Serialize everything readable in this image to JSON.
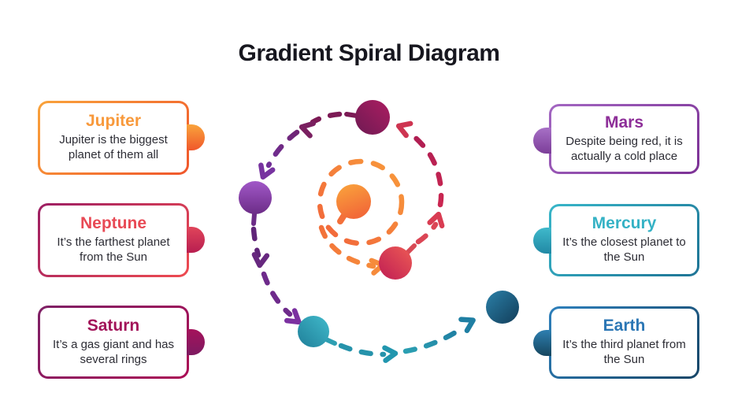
{
  "title": "Gradient Spiral Diagram",
  "cards": [
    {
      "id": "jupiter",
      "title": "Jupiter",
      "body": "Jupiter is the biggest planet of them all",
      "accent": "#F8993B",
      "side": "left"
    },
    {
      "id": "neptune",
      "title": "Neptune",
      "body": "It’s the farthest planet from the Sun",
      "accent": "#E84A55",
      "side": "left"
    },
    {
      "id": "saturn",
      "title": "Saturn",
      "body": "It’s a gas giant and has several rings",
      "accent": "#A21459",
      "side": "left"
    },
    {
      "id": "mars",
      "title": "Mars",
      "body": "Despite being red, it is actually a cold place",
      "accent": "#8D2E98",
      "side": "right"
    },
    {
      "id": "mercury",
      "title": "Mercury",
      "body": "It’s the closest planet to the Sun",
      "accent": "#35B2C5",
      "side": "right"
    },
    {
      "id": "earth",
      "title": "Earth",
      "body": "It’s the third planet from the Sun",
      "accent": "#2C77B5",
      "side": "right"
    }
  ],
  "spiral": {
    "direction": "counterclockwise, spiraling outward from center",
    "center_dot": {
      "planet": "Jupiter",
      "color": "#F6873B"
    },
    "dots_in_path_order": [
      {
        "planet": "Neptune",
        "color": "#D93954"
      },
      {
        "planet": "Saturn",
        "color": "#8C1C5B"
      },
      {
        "planet": "Mars",
        "color": "#83399F"
      },
      {
        "planet": "Mercury",
        "color": "#2E9FB2"
      },
      {
        "planet": "Earth",
        "color": "#1D5E82"
      }
    ]
  }
}
